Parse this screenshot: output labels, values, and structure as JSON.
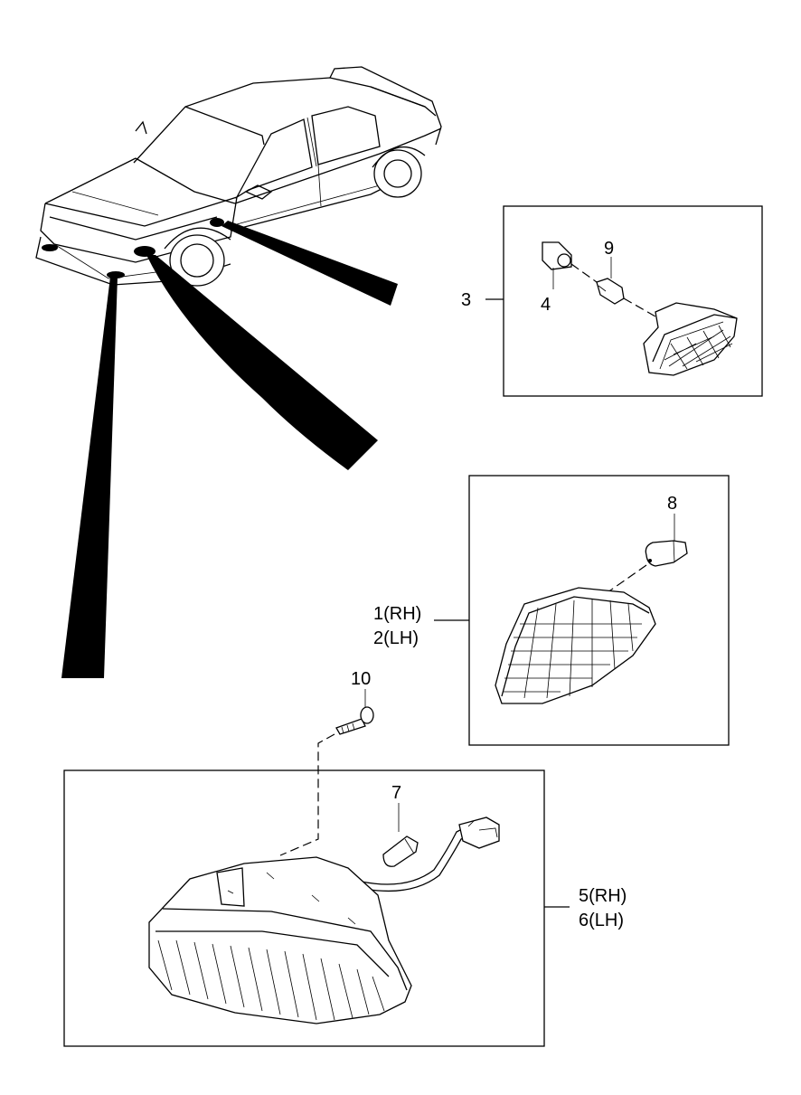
{
  "callouts": {
    "c3": "3",
    "c4": "4",
    "c9": "9",
    "c8": "8",
    "c1": "1(RH)",
    "c2": "2(LH)",
    "c10": "10",
    "c7": "7",
    "c5": "5(RH)",
    "c6": "6(LH)"
  }
}
